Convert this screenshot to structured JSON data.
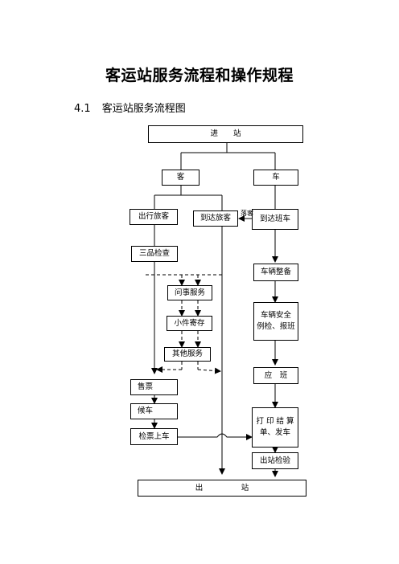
{
  "doc": {
    "title": "客运站服务流程和操作规程",
    "section_number": "4.1",
    "section_title": "客运站服务流程图"
  },
  "flowchart": {
    "enter_station": "进　　站",
    "passenger": "客",
    "vehicle": "车",
    "departing_passenger": "出行旅客",
    "arriving_passenger": "到达旅客",
    "arriving_bus": "到达班车",
    "drop_off_label": "落客",
    "three_item_check": "三品检查",
    "inquiry_service": "问事服务",
    "small_item_storage": "小件寄存",
    "other_services": "其他服务",
    "ticket_sales": "售票",
    "waiting": "候车",
    "ticket_check_boarding": "检票上车",
    "vehicle_prep": "车辆整备",
    "vehicle_safety_line1": "车辆安全",
    "vehicle_safety_line2": "例检、报班",
    "dispatch": "应　班",
    "print_settlement_line1": "打 印 结 算",
    "print_settlement_line2": "单、发车",
    "exit_check": "出站检验",
    "exit_station": "出　　　　　站"
  }
}
